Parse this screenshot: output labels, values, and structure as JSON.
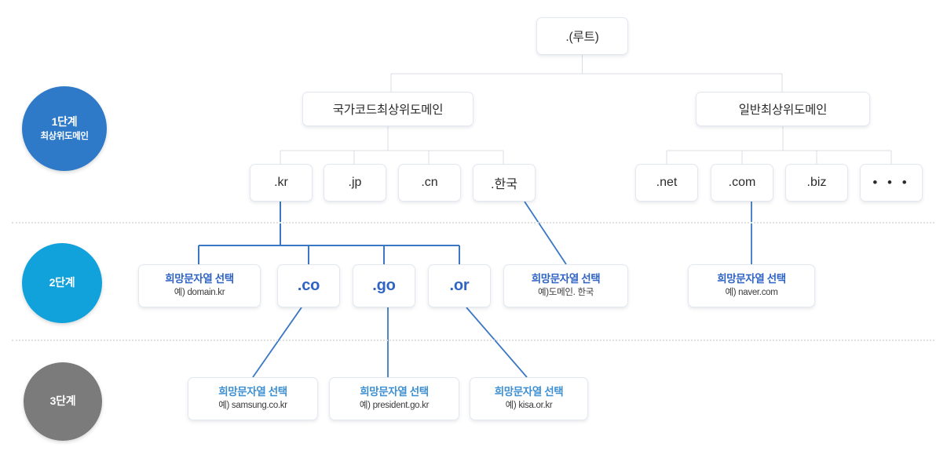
{
  "diagram": {
    "title": "domain-hierarchy-diagram",
    "colors": {
      "level1_circle": "#2f7ac8",
      "level2_circle": "#11a2dc",
      "level3_circle": "#7b7b7b",
      "blue_line": "#3b78c3",
      "gray_line": "#d8dde6",
      "sld_text": "#2f63c4",
      "lvl3_text": "#3d8fd1",
      "divider": "#e0e0e0"
    },
    "stages": [
      {
        "id": "stage-1",
        "title": "1단계",
        "subtitle": "최상위도메인"
      },
      {
        "id": "stage-2",
        "title": "2단계",
        "subtitle": ""
      },
      {
        "id": "stage-3",
        "title": "3단계",
        "subtitle": ""
      }
    ],
    "root": {
      "label": ".(루트)"
    },
    "level1": [
      {
        "id": "cctld",
        "label": "국가코드최상위도메인"
      },
      {
        "id": "gtld",
        "label": "일반최상위도메인"
      }
    ],
    "cctld_children": [
      {
        "id": "kr",
        "label": ".kr"
      },
      {
        "id": "jp",
        "label": ".jp"
      },
      {
        "id": "cn",
        "label": ".cn"
      },
      {
        "id": "hanguk",
        "label": ".한국"
      }
    ],
    "gtld_children": [
      {
        "id": "net",
        "label": ".net"
      },
      {
        "id": "com",
        "label": ".com"
      },
      {
        "id": "biz",
        "label": ".biz"
      },
      {
        "id": "more",
        "label": "• • •"
      }
    ],
    "level2": [
      {
        "id": "kr-free",
        "pick": "희망문자열 선택",
        "example": "예) domain.kr"
      },
      {
        "id": "co",
        "label": ".co"
      },
      {
        "id": "go",
        "label": ".go"
      },
      {
        "id": "or",
        "label": ".or"
      },
      {
        "id": "hanguk-free",
        "pick": "희망문자열 선택",
        "example": "예)도메인. 한국"
      },
      {
        "id": "com-free",
        "pick": "희망문자열 선택",
        "example": "예) naver.com"
      }
    ],
    "level3": [
      {
        "id": "co-example",
        "pick": "희망문자열 선택",
        "example": "예) samsung.co.kr"
      },
      {
        "id": "go-example",
        "pick": "희망문자열 선택",
        "example": "예) president.go.kr"
      },
      {
        "id": "or-example",
        "pick": "희망문자열 선택",
        "example": "예) kisa.or.kr"
      }
    ]
  }
}
